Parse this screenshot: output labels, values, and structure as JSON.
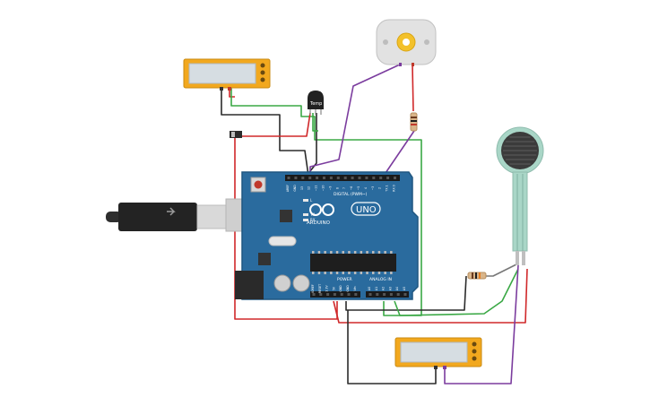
{
  "board": {
    "brand": "ARDUINO",
    "model": "UNO",
    "digital_label": "DIGITAL (PWM~)",
    "power_label": "POWER",
    "analog_label": "ANALOG IN",
    "tx_label": "TX",
    "rx_label": "RX",
    "l_label": "L",
    "digital_pins": [
      "AREF",
      "GND",
      "13",
      "12",
      "~11",
      "~10",
      "~9",
      "8",
      "7",
      "~6",
      "~5",
      "4",
      "~3",
      "2",
      "TX 1",
      "RX 0"
    ],
    "power_pins": [
      "IOREF",
      "RESET",
      "3.3V",
      "5V",
      "GND",
      "GND",
      "Vin"
    ],
    "analog_pins": [
      "A0",
      "A1",
      "A2",
      "A3",
      "A4",
      "A5"
    ]
  },
  "sensor": {
    "temp_label": "Temp"
  },
  "colors": {
    "board": "#2a6b9e",
    "board_edge": "#1f5680",
    "wire_red": "#d0282a",
    "wire_black": "#2b2b2b",
    "wire_green": "#3aa845",
    "wire_purple": "#7b3c9e",
    "wire_gray": "#777777",
    "meter_frame": "#f2a81e",
    "meter_screen": "#d6dde2",
    "motor_body": "#e2e2e2",
    "gear": "#f3c12b",
    "fsr": "#a9d6c7"
  }
}
